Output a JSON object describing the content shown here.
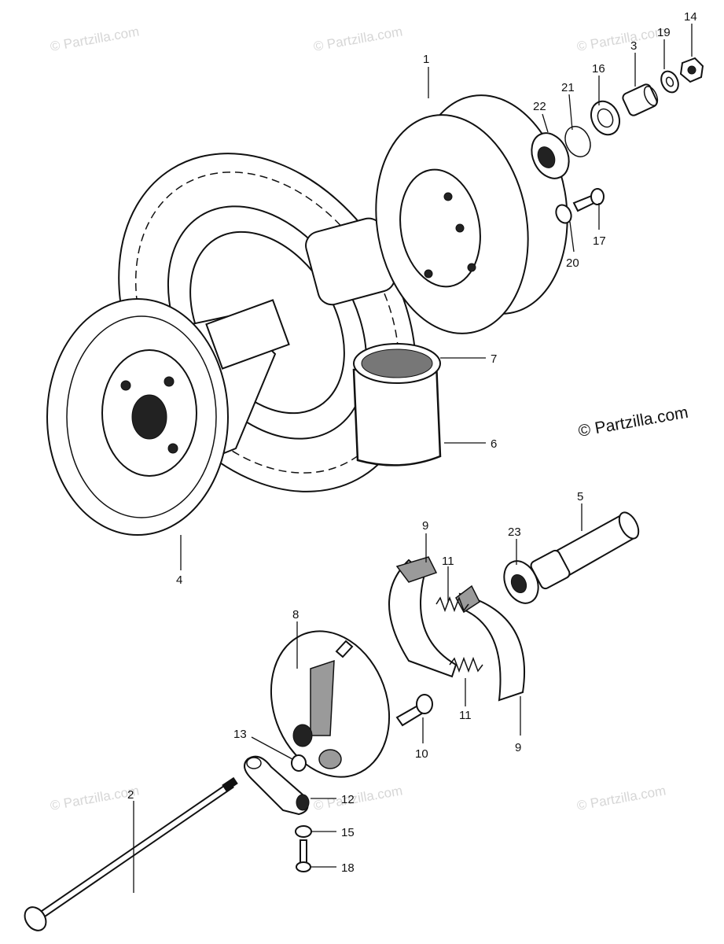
{
  "watermark": "© Partzilla.com",
  "copyright": "© Partzilla.com",
  "callouts": {
    "c1": "1",
    "c2": "2",
    "c3": "3",
    "c4": "4",
    "c5": "5",
    "c6": "6",
    "c7": "7",
    "c8": "8",
    "c9a": "9",
    "c9b": "9",
    "c10": "10",
    "c11a": "11",
    "c11b": "11",
    "c12": "12",
    "c13": "13",
    "c14": "14",
    "c15": "15",
    "c16": "16",
    "c17": "17",
    "c18": "18",
    "c19": "19",
    "c20": "20",
    "c21": "21",
    "c22": "22",
    "c23": "23"
  }
}
